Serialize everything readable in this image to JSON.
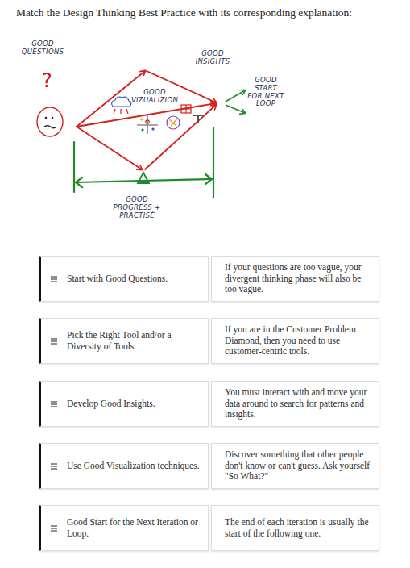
{
  "diagram": {
    "title": "Match the Design Thinking Best Practice with its corresponding explanation:",
    "nodes": [
      {
        "text": [
          "Start with Good Questions."
        ]
      },
      {
        "text": [
          "If your questions are too vague, your divergent thinking phase will also be too vague."
        ]
      },
      {
        "text": [
          "Pick the Right Tool and/or a Diversity of Tools."
        ]
      },
      {
        "text": [
          "If you are in the Customer Problem Diamond, then you need to use customer-centric tools."
        ]
      },
      {
        "text": [
          "Develop Good Insights."
        ]
      },
      {
        "text": [
          "You must interact with and move your data around to search for patterns and insights."
        ]
      },
      {
        "text": [
          "Use Good Visualization techniques."
        ]
      },
      {
        "text": [
          "Discover something that other people don't know or can't guess. Ask yourself \"So What?\""
        ]
      },
      {
        "text": [
          "Good Start for the Next Iteration or Loop."
        ]
      },
      {
        "text": [
          "The end of each iteration is usually the start of the following one."
        ]
      }
    ],
    "labels": [
      "GOOD QUESTIONS",
      "?",
      "GOOD INSIGHTS",
      "GOOD VIZUALIZION",
      "GOOD START FOR NEXT LOOP",
      "GOOD PROGRESS + PRACTISÉ"
    ]
  }
}
